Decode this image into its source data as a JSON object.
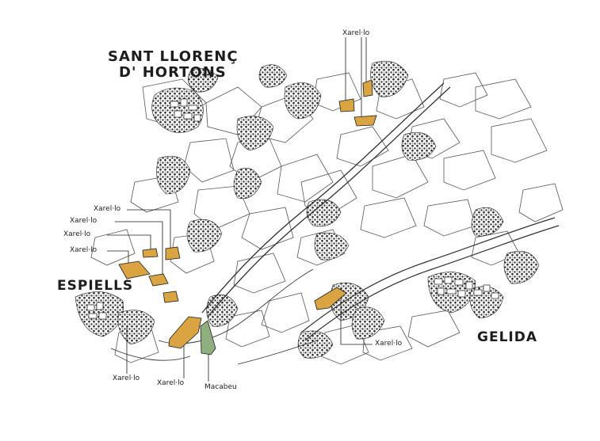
{
  "towns": {
    "sant_llorenc_line1": "SANT LLORENÇ",
    "sant_llorenc_line2": "D' HORTONS",
    "espiells": "ESPIELLS",
    "gelida": "GELIDA"
  },
  "labels": {
    "xarello": "Xarel·lo",
    "macabeu": "Macabeu"
  },
  "colors": {
    "xarello_fill": "#d9a441",
    "macabeu_fill": "#8fb07e",
    "ink": "#1d1d1d",
    "texture": "#3a3a3a"
  }
}
